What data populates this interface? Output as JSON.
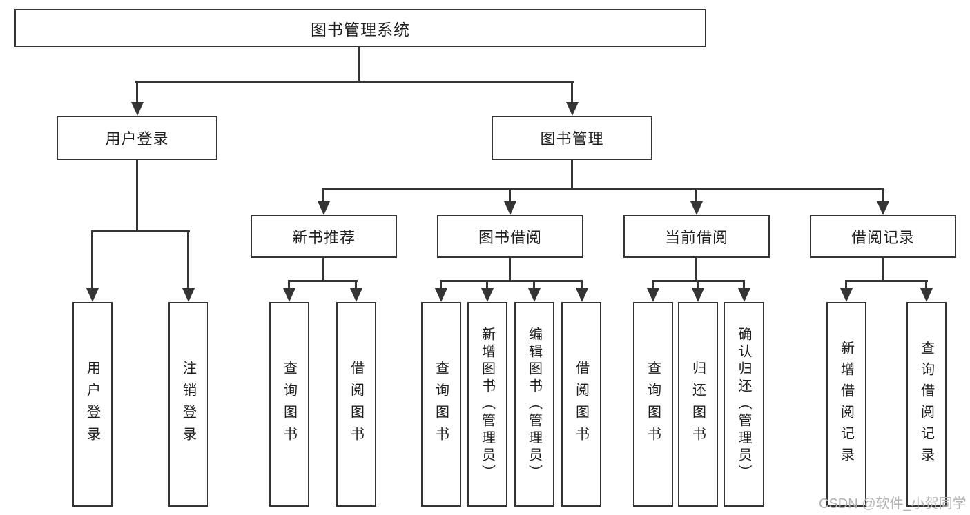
{
  "diagram": {
    "title": "图书管理系统",
    "children": [
      {
        "label": "用户登录",
        "children": [
          {
            "label": "用户登录"
          },
          {
            "label": "注销登录"
          }
        ]
      },
      {
        "label": "图书管理",
        "children": [
          {
            "label": "新书推荐",
            "children": [
              {
                "label": "查询图书"
              },
              {
                "label": "借阅图书"
              }
            ]
          },
          {
            "label": "图书借阅",
            "children": [
              {
                "label": "查询图书"
              },
              {
                "label": "新增图书（管理员）"
              },
              {
                "label": "编辑图书（管理员）"
              },
              {
                "label": "借阅图书"
              }
            ]
          },
          {
            "label": "当前借阅",
            "children": [
              {
                "label": "查询图书"
              },
              {
                "label": "归还图书"
              },
              {
                "label": "确认归还（管理员）"
              }
            ]
          },
          {
            "label": "借阅记录",
            "children": [
              {
                "label": "新增借阅记录"
              },
              {
                "label": "查询借阅记录"
              }
            ]
          }
        ]
      }
    ]
  },
  "watermark": "CSDN @软件_小贺同学"
}
